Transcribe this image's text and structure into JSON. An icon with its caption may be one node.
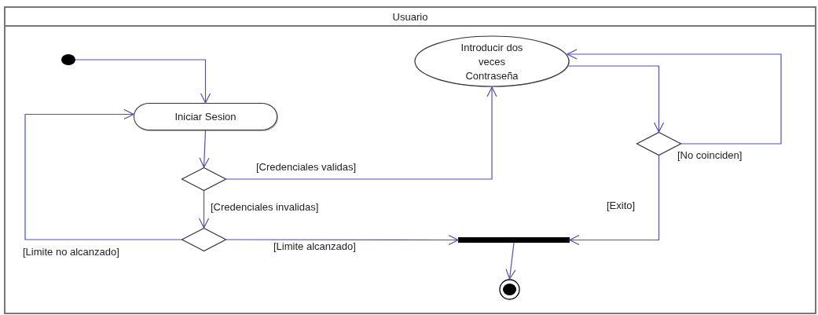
{
  "diagram": {
    "nodes": [
      {
        "text": [
          "Usuario"
        ]
      },
      {
        "text": [],
        "shape": "circle",
        "in": 0
      },
      {
        "text": [
          "Iniciar Sesion"
        ],
        "in": 0
      },
      {
        "text": [],
        "shape": "diamond",
        "in": 0
      },
      {
        "text": [],
        "shape": "diamond",
        "in": 0
      },
      {
        "text": [
          "Introducir dos veces Contraseña"
        ],
        "in": 0
      },
      {
        "text": [],
        "shape": "diamond",
        "in": 0
      },
      {
        "text": [],
        "shape": "bar",
        "in": 0
      },
      {
        "text": [],
        "shape": "circle",
        "in": 0
      }
    ],
    "edges": [
      {
        "from": 1,
        "to": 2,
        "arrow": "to"
      },
      {
        "from": 2,
        "to": 3,
        "arrow": "to"
      },
      {
        "from": 3,
        "to": 5,
        "arrow": "to",
        "label": "[Credenciales validas]"
      },
      {
        "from": 3,
        "to": 4,
        "arrow": "to",
        "label": "[Credenciales invalidas]"
      },
      {
        "from": 4,
        "to": 2,
        "arrow": "to",
        "label": "[Limite no alcanzado]"
      },
      {
        "from": 4,
        "to": 7,
        "arrow": "to",
        "label": "[Limite alcanzado]"
      },
      {
        "from": 5,
        "to": 6,
        "arrow": "to"
      },
      {
        "from": 6,
        "to": 5,
        "arrow": "to",
        "label": "[No coinciden]"
      },
      {
        "from": 6,
        "to": 7,
        "arrow": "to",
        "label": "[Exito]"
      },
      {
        "from": 7,
        "to": 8,
        "arrow": "to"
      }
    ]
  }
}
